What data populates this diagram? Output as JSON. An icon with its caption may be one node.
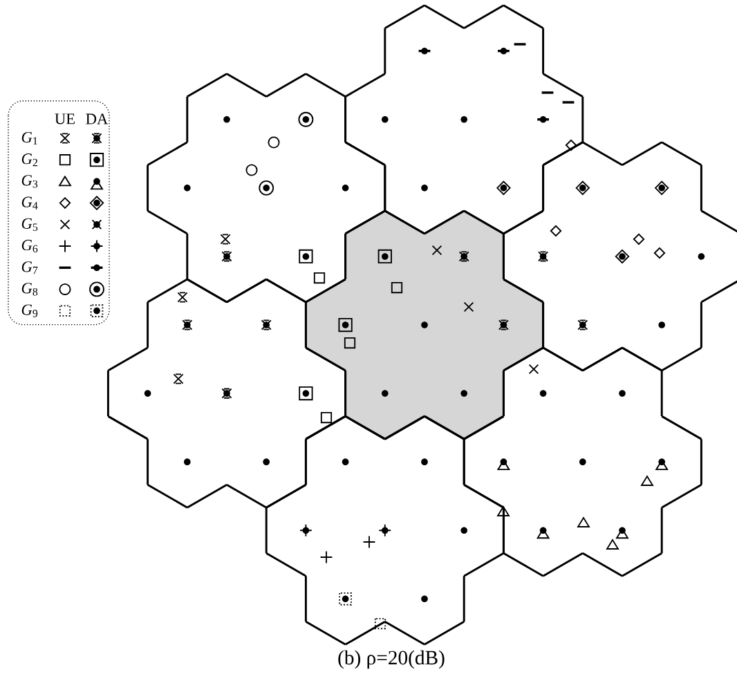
{
  "diagram": {
    "caption": "(b) ρ=20(dB)",
    "labels": [
      "UE",
      "DA"
    ],
    "legend": [
      {
        "text": "*G*$_{1}$"
      },
      {
        "text": "*G*$_{2}$"
      },
      {
        "text": "*G*$_{3}$"
      },
      {
        "text": "*G*$_{4}$"
      },
      {
        "text": "*G*$_{5}$"
      },
      {
        "text": "*G*$_{6}$"
      },
      {
        "text": "*G*$_{7}$"
      },
      {
        "text": "*G*$_{8}$"
      },
      {
        "text": "*G*$_{9}$"
      }
    ]
  }
}
